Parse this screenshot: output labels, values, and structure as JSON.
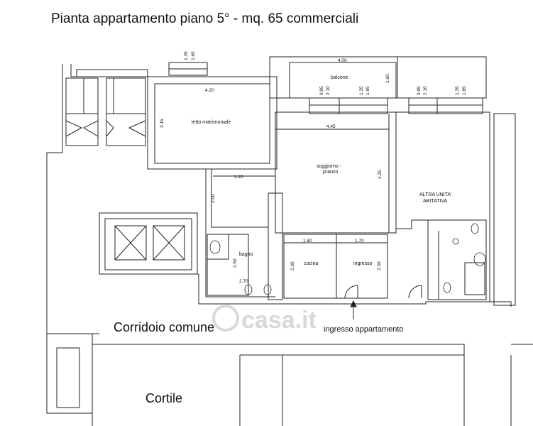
{
  "title": "Pianta appartamento piano 5° - mq. 65 commerciali",
  "rooms": {
    "balcone": "balcone",
    "letto": "letto matrimoniale",
    "soggiorno_1": "soggiorno -",
    "soggiorno_2": "pranzo",
    "altra_1": "ALTRA UNITA'",
    "altra_2": "ABITATIVA",
    "bagno": "bagno",
    "cucina": "cucina",
    "ingresso": "ingresso"
  },
  "areas": {
    "corridoio": "Corridoio comune",
    "cortile": "Cortile",
    "ingresso_appartamento": "ingresso appartamento"
  },
  "watermark": "casa.it",
  "dimensions": {
    "d_135_top": "1.35",
    "d_165_top": "1.65",
    "d_400": "4.00",
    "d_160": "1.60",
    "d_420": "4.20",
    "d_315": "3.15",
    "d_095a": "0.95",
    "d_210a": "2.10",
    "d_135a": "1.35",
    "d_165a": "1.65",
    "d_095b": "0.95",
    "d_210b": "2.10",
    "d_135b": "1.35",
    "d_165b": "1.65",
    "d_445": "4.45",
    "d_220": "2.20",
    "d_425": "4.25",
    "d_200": "2.00",
    "d_180": "1.80",
    "d_170": "1.70",
    "d_250": "2.50",
    "d_230a": "2.30",
    "d_230b": "2.30",
    "d_270": "2.70"
  }
}
